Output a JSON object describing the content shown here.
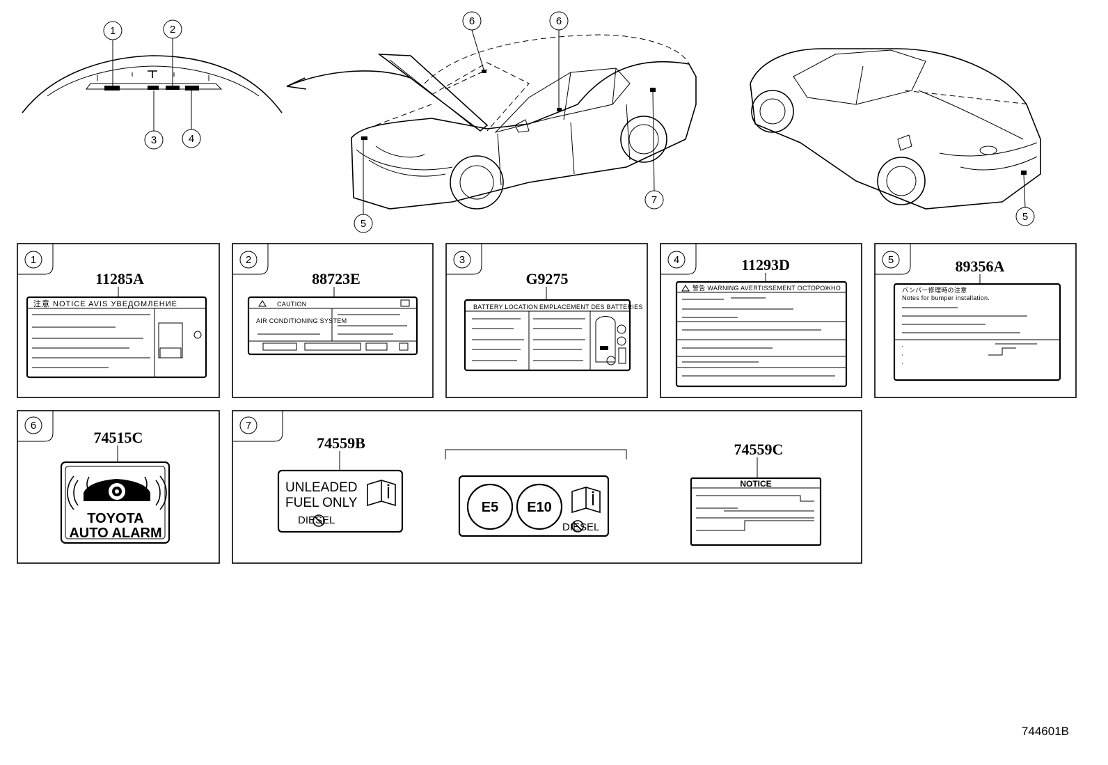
{
  "diagram_id": "744601B",
  "callouts": {
    "top": [
      "1",
      "2",
      "3",
      "4",
      "5",
      "6",
      "7"
    ]
  },
  "panels": [
    {
      "num": "1",
      "part": "11285A",
      "header": "注意  NOTICE  AVIS  УВЕДОМЛЕНИЕ"
    },
    {
      "num": "2",
      "part": "88723E",
      "header": "CAUTION",
      "line": "AIR CONDITIONING SYSTEM"
    },
    {
      "num": "3",
      "part": "G9275",
      "header_left": "BATTERY LOCATION",
      "header_right": "EMPLACEMENT DES BATTERIES"
    },
    {
      "num": "4",
      "part": "11293D",
      "header": "警告  WARNING  AVERTISSEMENT  ОСТОРОЖНО"
    },
    {
      "num": "5",
      "part": "89356A",
      "line1": "バンパー修理時の注意",
      "line2": "Notes for bumper installation."
    },
    {
      "num": "6",
      "part": "74515C",
      "brand1": "TOYOTA",
      "brand2": "AUTO ALARM"
    },
    {
      "num": "7",
      "part_a": "74559B",
      "fuel1": "UNLEADED",
      "fuel2": "FUEL ONLY",
      "diesel": "DIESEL",
      "e5": "E5",
      "e10": "E10",
      "part_c": "74559C",
      "notice": "NOTICE"
    }
  ]
}
